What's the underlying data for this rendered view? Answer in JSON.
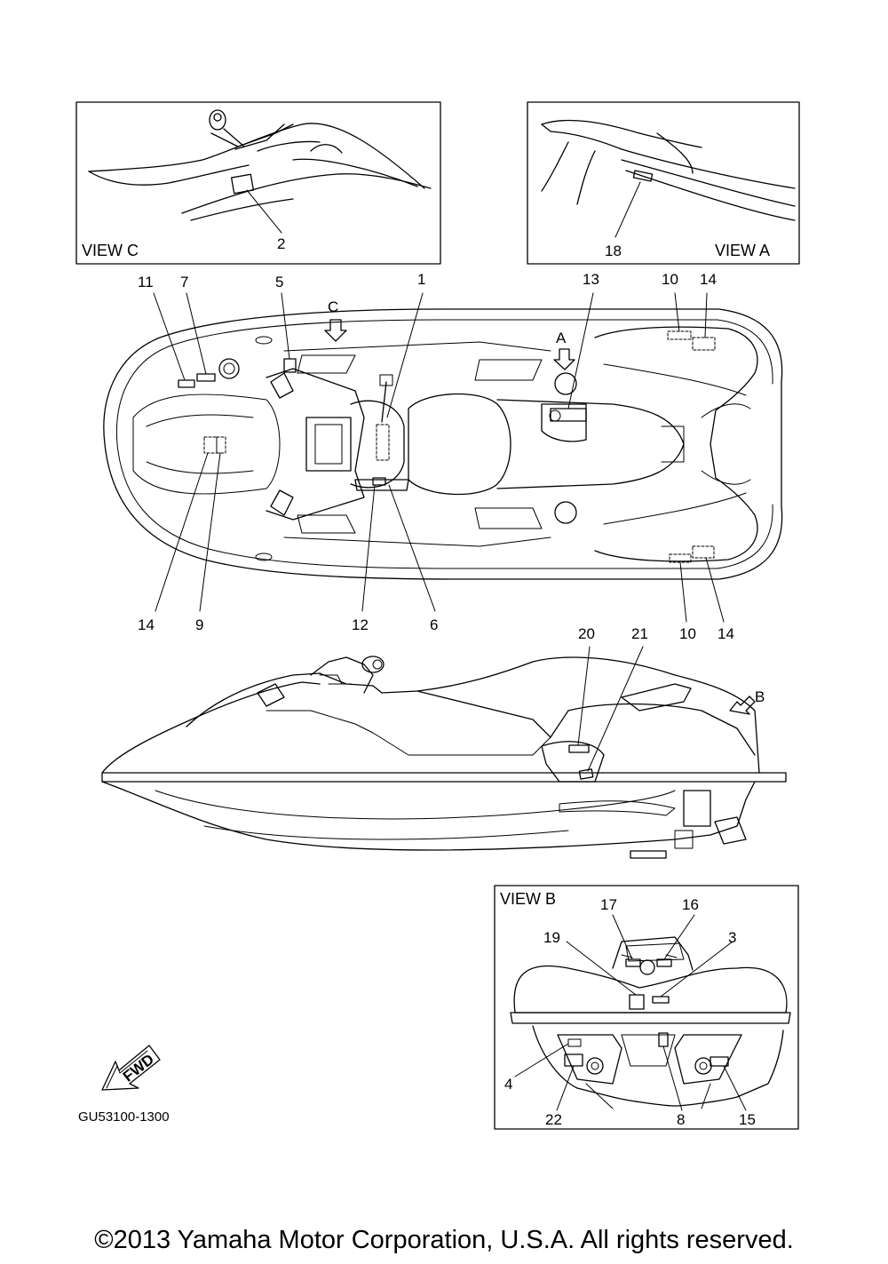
{
  "views": {
    "c": "VIEW C",
    "a": "VIEW A",
    "b": "VIEW B"
  },
  "arrows": {
    "a": "A",
    "b": "B",
    "c": "C"
  },
  "fwd_badge": "FWD",
  "drawing_code": "GU53100-1300",
  "copyright": "©2013 Yamaha Motor Corporation, U.S.A. All rights reserved.",
  "callouts": {
    "view_c_2": "2",
    "view_a_18": "18",
    "top_11": "11",
    "top_7": "7",
    "top_5": "5",
    "top_1": "1",
    "top_13": "13",
    "top_10": "10",
    "top_14": "14",
    "bottom_14": "14",
    "bottom_9": "9",
    "bottom_12": "12",
    "bottom_6": "6",
    "bottom_10": "10",
    "bottom_14b": "14",
    "side_20": "20",
    "side_21": "21",
    "view_b_17": "17",
    "view_b_16": "16",
    "view_b_19": "19",
    "view_b_3": "3",
    "view_b_4": "4",
    "view_b_22": "22",
    "view_b_8": "8",
    "view_b_15": "15"
  }
}
